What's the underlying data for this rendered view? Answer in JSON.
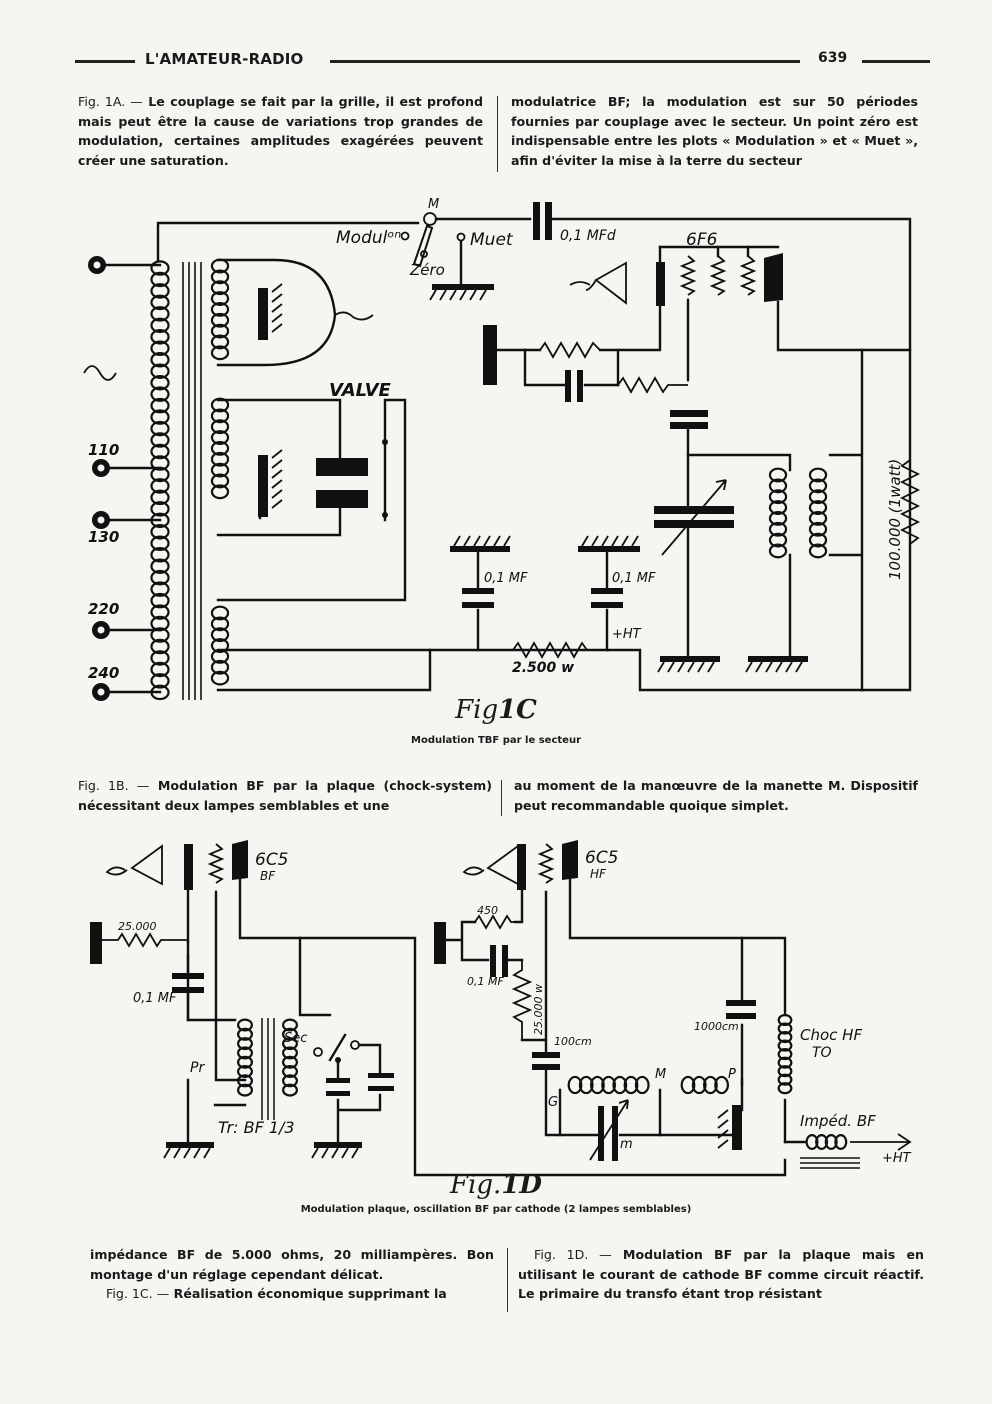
{
  "header": {
    "title": "L'AMATEUR-RADIO",
    "page_number": "639"
  },
  "block1": {
    "left": {
      "fig": "Fig. 1A. —",
      "text": "Le couplage se fait par la grille, il est profond mais peut être la cause de variations trop grandes de modulation, certaines amplitudes exagérées peuvent créer une saturation."
    },
    "right": {
      "text": "modulatrice BF; la modulation est sur 50 périodes fournies par couplage avec le secteur. Un point zéro est indispensable entre les plots « Modulation » et « Muet », afin d'éviter la mise à la terre du secteur"
    }
  },
  "fig1c": {
    "labels": {
      "modul": "Modulᵒⁿ",
      "m": "M",
      "muet": "Muet",
      "zero": "Zéro",
      "cap1": "0,1 MFd",
      "tube": "6F6",
      "valve": "VALVE",
      "t110": "110",
      "t130": "130",
      "t220": "220",
      "t240": "240",
      "cap2": "0,1 MF",
      "cap3": "0,1 MF",
      "ht": "+HT",
      "res": "2.500 w",
      "res2": "100.000 (1watt)"
    },
    "figure_title_prefix": "Fig",
    "figure_title_bold": "1C",
    "caption": "Modulation TBF par le secteur"
  },
  "block2": {
    "left": {
      "fig": "Fig. 1B. —",
      "text": "Modulation BF par la plaque (chock-system) nécessitant deux lampes semblables et une"
    },
    "right": {
      "text": "au moment de la manœuvre de la manette M. Dispositif peut recommandable quoique simplet."
    }
  },
  "fig1d": {
    "labels": {
      "tube1": "6C5",
      "tube1_sub": "BF",
      "r1": "25.000",
      "c1": "0,1 MF",
      "pr": "Pr",
      "sec": "Sec",
      "tr": "Tr: BF 1/3",
      "tube2": "6C5",
      "tube2_sub": "HF",
      "r2": "450",
      "c2": "0,1 MF",
      "r3": "25.000 w",
      "c3": "100cm",
      "c4": "1000cm",
      "choc": "Choc HF",
      "to": "TO",
      "g": "G",
      "mm": "M",
      "p": "P",
      "m": "m",
      "imped": "Impéd. BF",
      "ht": "+HT"
    },
    "figure_title_prefix": "Fig.",
    "figure_title_bold": "1D",
    "caption": "Modulation plaque, oscillation BF par cathode (2 lampes semblables)"
  },
  "block3": {
    "left_p1": "impédance BF de 5.000 ohms, 20 milliampères. Bon montage d'un réglage cependant délicat.",
    "left_fig": "Fig. 1C. —",
    "left_p2": "Réalisation économique supprimant la",
    "right_fig": "Fig. 1D. —",
    "right_text": "Modulation BF par la plaque mais en utilisant le courant de cathode BF comme circuit réactif. Le primaire du transfo étant trop résistant"
  }
}
